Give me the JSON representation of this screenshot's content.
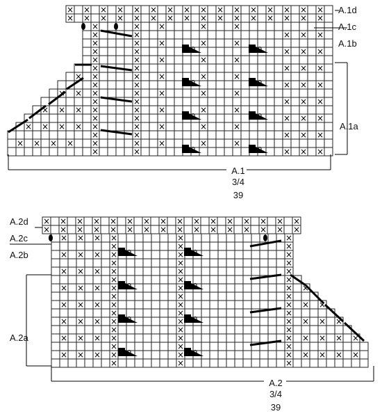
{
  "chart1": {
    "labels": {
      "a1d": "A.1d",
      "a1c": "A.1c",
      "a1b": "A.1b",
      "a1a": "A.1a"
    },
    "caption": {
      "name": "A.1",
      "size": "3/4",
      "count": "39"
    }
  },
  "chart2": {
    "labels": {
      "a2d": "A.2d",
      "a2c": "A.2c",
      "a2b": "A.2b",
      "a2a": "A.2a"
    },
    "caption": {
      "name": "A.2",
      "size": "3/4",
      "count": "39"
    }
  },
  "symbols": {
    "cross": "×",
    "eyelet": "0"
  },
  "colors": {
    "grid": "#222222",
    "fill": "#000000",
    "background": "#ffffff"
  }
}
